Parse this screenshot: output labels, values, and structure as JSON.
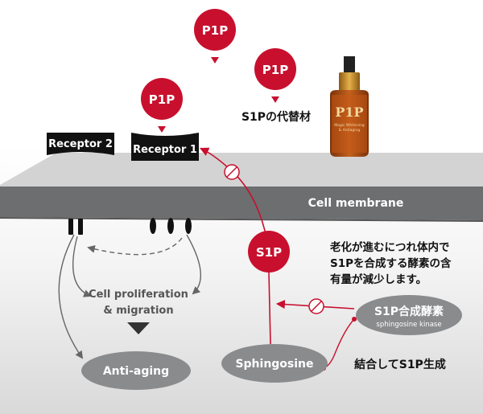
{
  "ligands": {
    "p1p_top": "P1P",
    "p1p_middle": "P1P",
    "p1p_left": "P1P"
  },
  "substitute_label": "S1Pの代替材",
  "receptors": {
    "receptor1": "Receptor 1",
    "receptor2": "Receptor 2"
  },
  "membrane_label": "Cell membrane",
  "s1p_bubble": "S1P",
  "aging_note": [
    "老化が進むにつれ体内で",
    "S1Pを合成する酵素の含",
    "有量が減少します。"
  ],
  "enzyme": {
    "title": "S1P合成酵素",
    "subtitle": "sphingosine kinase"
  },
  "bind_note": "結合してS1P生成",
  "nodes": {
    "sphingosine": "Sphingosine",
    "anti_aging": "Anti-aging",
    "proliferation_line1": "Cell proliferation",
    "proliferation_line2": "& migration"
  },
  "product_bottle": {
    "brand": "P1P",
    "line1": "Magic Whitening",
    "line2": "& Antiaging"
  },
  "colors": {
    "red": "#c8102e",
    "membrane_top": "#d0d0d0",
    "membrane_side": "#6e6f71",
    "node_gray": "#8a8b8d",
    "bottle_amber": "#b5551a"
  }
}
